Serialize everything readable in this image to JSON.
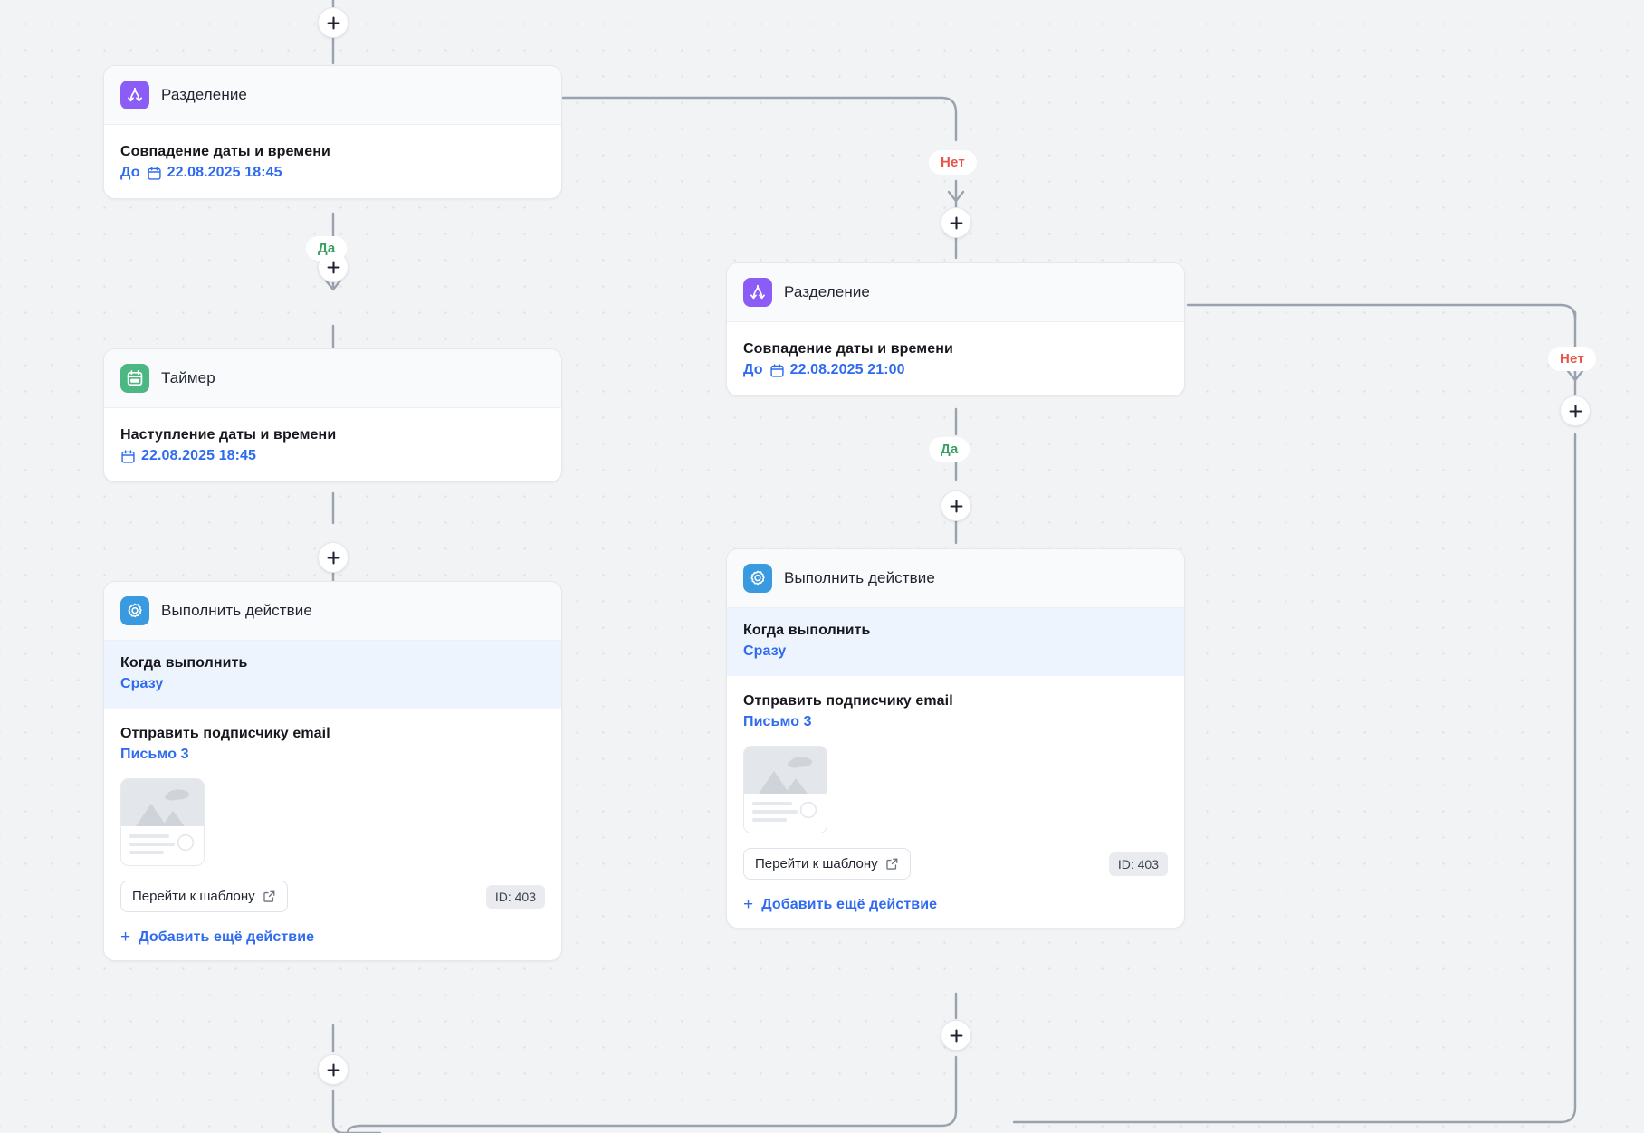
{
  "canvas": {
    "background_color": "#f1f3f5",
    "wire_color": "#9aa2ad"
  },
  "colors": {
    "split_icon_bg": "#8b5cf6",
    "timer_icon_bg": "#4cb782",
    "action_icon_bg": "#3a9ae0",
    "link_blue": "#2f6bf0",
    "yes_green": "#3a9f62",
    "no_red": "#e8564a",
    "highlight_bg": "#eef4fd",
    "badge_bg": "#e9ebef"
  },
  "branch_labels": {
    "yes": "Да",
    "no": "Нет"
  },
  "nodes": {
    "split_1": {
      "icon": "split-icon",
      "title": "Разделение",
      "condition_label": "Совпадение даты и времени",
      "condition_prefix": "До",
      "condition_icon": "calendar-icon",
      "condition_value": "22.08.2025 18:45"
    },
    "timer_1": {
      "icon": "calendar-icon",
      "title": "Таймер",
      "condition_label": "Наступление даты и времени",
      "condition_icon": "calendar-icon",
      "condition_value": "22.08.2025 18:45"
    },
    "action_1": {
      "icon": "gear-icon",
      "title": "Выполнить действие",
      "when_label": "Когда выполнить",
      "when_value": "Сразу",
      "send_label": "Отправить подписчику email",
      "send_value": "Письмо 3",
      "template_button": "Перейти к шаблону",
      "template_button_icon": "external-link-icon",
      "id_badge": "ID: 403",
      "add_more": "Добавить ещё действие"
    },
    "split_2": {
      "icon": "split-icon",
      "title": "Разделение",
      "condition_label": "Совпадение даты и времени",
      "condition_prefix": "До",
      "condition_icon": "calendar-icon",
      "condition_value": "22.08.2025 21:00"
    },
    "action_2": {
      "icon": "gear-icon",
      "title": "Выполнить действие",
      "when_label": "Когда выполнить",
      "when_value": "Сразу",
      "send_label": "Отправить подписчику email",
      "send_value": "Письмо 3",
      "template_button": "Перейти к шаблону",
      "template_button_icon": "external-link-icon",
      "id_badge": "ID: 403",
      "add_more": "Добавить ещё действие"
    }
  },
  "plus_buttons": [
    {
      "name": "add-node-top"
    },
    {
      "name": "add-node-before-timer"
    },
    {
      "name": "add-node-before-action-1"
    },
    {
      "name": "add-node-after-action-1"
    },
    {
      "name": "add-node-no-branch-1"
    },
    {
      "name": "add-node-yes-branch-2"
    },
    {
      "name": "add-node-after-action-2"
    },
    {
      "name": "add-node-no-branch-2"
    }
  ]
}
